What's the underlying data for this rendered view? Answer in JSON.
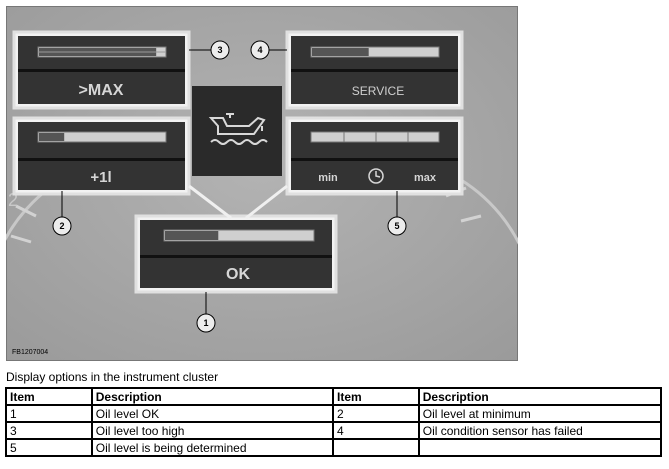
{
  "figure": {
    "code": "FB1207004",
    "panels": {
      "too_high": {
        "label": ">MAX",
        "level": 0.93
      },
      "sensor_failed": {
        "label": "SERVICE",
        "level": 0.45
      },
      "minimum": {
        "label": "+1l",
        "level": 0.2
      },
      "determining": {
        "label_min": "min",
        "label_max": "max",
        "level": 0.0
      },
      "ok": {
        "label": "OK",
        "level": 0.36
      }
    },
    "callouts": [
      "1",
      "2",
      "3",
      "4",
      "5"
    ]
  },
  "caption": "Display options in the instrument cluster",
  "table": {
    "headers": [
      "Item",
      "Description",
      "Item",
      "Description"
    ],
    "rows": [
      [
        "1",
        "Oil level OK",
        "2",
        "Oil level at minimum"
      ],
      [
        "3",
        "Oil level too high",
        "4",
        "Oil condition sensor has failed"
      ],
      [
        "5",
        "Oil level is being determined",
        "",
        ""
      ]
    ]
  }
}
